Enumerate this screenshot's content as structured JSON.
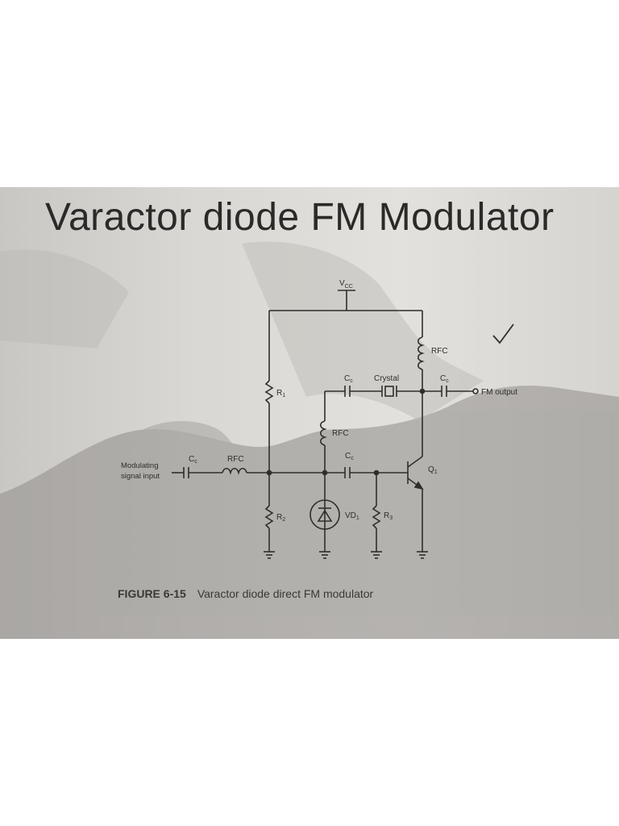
{
  "title": "Varactor diode FM Modulator",
  "labels": {
    "vcc": "V",
    "vcc_sub": "CC",
    "rfc_top": "RFC",
    "cc_mid": "C",
    "cc_mid_sub": "c",
    "crystal": "Crystal",
    "cc_out": "C",
    "cc_out_sub": "c",
    "fm_output": "FM output",
    "r1": "R",
    "r1_sub": "1",
    "rfc_mid": "RFC",
    "cc_in": "C",
    "cc_in_sub": "c",
    "rfc_in": "RFC",
    "cc_base": "C",
    "cc_base_sub": "c",
    "q1": "Q",
    "q1_sub": "1",
    "modulating_line1": "Modulating",
    "modulating_line2": "signal input",
    "r2": "R",
    "r2_sub": "2",
    "vd1": "VD",
    "vd1_sub": "1",
    "r3": "R",
    "r3_sub": "3",
    "checkmark": "✓"
  },
  "caption": {
    "figure": "FIGURE 6-15",
    "text": "Varactor diode direct FM modulator"
  },
  "colors": {
    "ink": "#2f2e2b",
    "paper": "#dedcd8",
    "shadow": "#9a9895"
  }
}
